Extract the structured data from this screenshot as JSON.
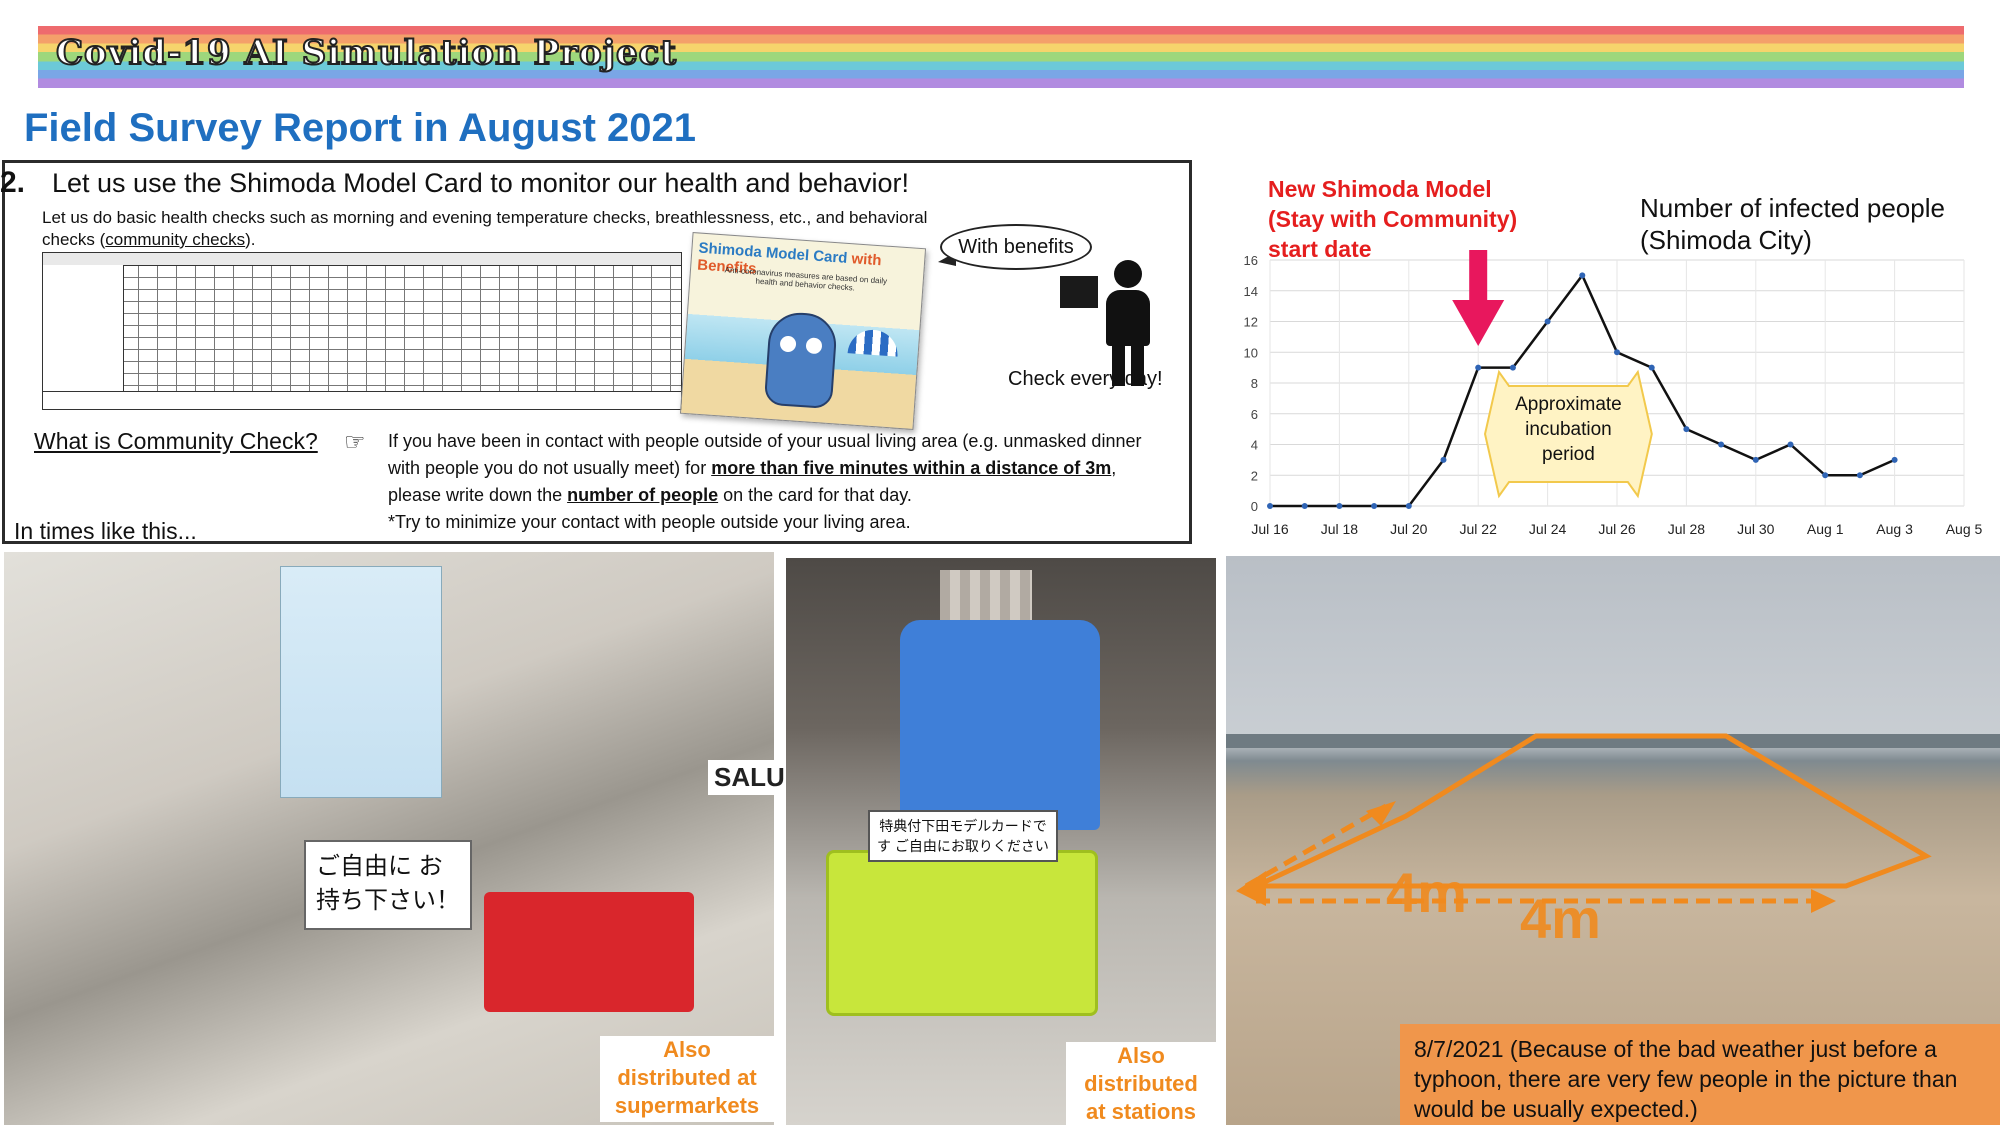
{
  "banner": {
    "title": "Covid-19 AI Simulation Project"
  },
  "report_title": "Field Survey Report in August 2021",
  "section": {
    "number": "2.",
    "heading": "Let us use the Shimoda Model Card to monitor our health and behavior!",
    "intro_pre": "Let us do basic health checks such as morning and evening temperature checks, breathlessness, etc., and behavioral checks (",
    "intro_link": "community checks",
    "intro_post": ").",
    "card_title_a": "Shimoda Model Card",
    "card_title_b": " with Benefits",
    "card_subtitle": "Anti-coronavirus measures are based on daily health and behavior checks.",
    "bubble": "With benefits",
    "check_every_day": "Check every day!",
    "community_check_link": "What is Community Check?",
    "hand_icon": "☞",
    "cc_line1": "If you have been in contact with people outside of your usual living area (e.g. unmasked dinner",
    "cc_line2_pre": "with people you do not usually meet) for ",
    "cc_line2_bold": "more than five minutes within a distance of 3m",
    "cc_line2_post": ",",
    "cc_line3_pre": "please write down the ",
    "cc_line3_bold": "number of people",
    "cc_line3_post": " on the card for that day.",
    "cc_line4": "*Try to minimize your contact with people outside your living area.",
    "in_times": "In times like this..."
  },
  "chart_data": {
    "type": "line",
    "title": "Number of infected people (Shimoda City)",
    "title_line1": "Number of infected people",
    "title_line2": "(Shimoda City)",
    "annotation_red": [
      "New Shimoda Model",
      "(Stay with Community)",
      "start date"
    ],
    "annotation_box": [
      "Approximate",
      "incubation",
      "period"
    ],
    "x_ticks": [
      "Jul 16",
      "Jul 18",
      "Jul 20",
      "Jul 22",
      "Jul 24",
      "Jul 26",
      "Jul 28",
      "Jul 30",
      "Aug 1",
      "Aug 3",
      "Aug 5"
    ],
    "y_ticks": [
      "0",
      "2",
      "4",
      "6",
      "8",
      "10",
      "12",
      "14",
      "16"
    ],
    "ylim": [
      0,
      16
    ],
    "x": [
      "Jul 16",
      "Jul 17",
      "Jul 18",
      "Jul 19",
      "Jul 20",
      "Jul 21",
      "Jul 22",
      "Jul 23",
      "Jul 24",
      "Jul 25",
      "Jul 26",
      "Jul 27",
      "Jul 28",
      "Jul 29",
      "Jul 30",
      "Jul 31",
      "Aug 1",
      "Aug 2",
      "Aug 3"
    ],
    "values": [
      0,
      0,
      0,
      0,
      0,
      3,
      9,
      9,
      12,
      15,
      10,
      9,
      5,
      4,
      3,
      4,
      2,
      2,
      3
    ],
    "colors": {
      "line": "#111111",
      "point": "#2f64b5",
      "arrow": "#e8175d",
      "annotation": "#e51e1e",
      "box_fill": "#fff3c4",
      "box_border": "#f2c94c"
    },
    "grid": true
  },
  "photos": {
    "supermarket_label": [
      "Also",
      "distributed at",
      "supermarkets"
    ],
    "station_label": [
      "Also",
      "distributed",
      "at stations"
    ],
    "beach_caption": "8/7/2021 (Because of the bad weather just before a typhoon, there are very few people in the picture than would be usually expected.)",
    "distance_a": "4m",
    "distance_b": "4m",
    "sign_text": "ご自由に お持ち下さい！",
    "basket_sign": "特典付下田モデルカードです ご自由にお取りください",
    "sale_sign": "SALU"
  }
}
